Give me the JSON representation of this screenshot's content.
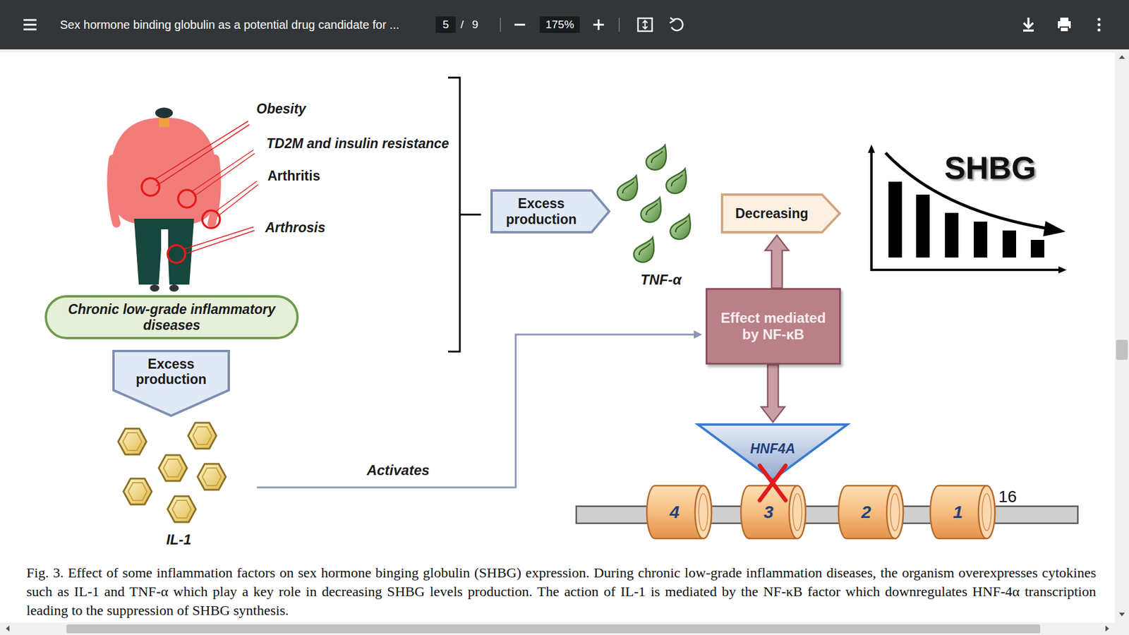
{
  "diagram": {
    "caption": "Fig. 3. Effect of some inflammation factors on sex hormone binging globulin (SHBG) expression. During chronic low-grade inflammation diseases, the organism overexpresses cytokines such as IL-1 and TNF-α which play a key role in decreasing SHBG levels production. The action of IL-1 is mediated by the NF-κB factor which downregulates HNF-4α transcription leading to the suppression of SHBG synthesis.",
    "nodes": [
      {
        "text": [
          "Chronic low-grade inflammatory diseases"
        ]
      },
      {
        "text": [
          "Excess production"
        ]
      },
      {
        "text": [
          "Excess production"
        ]
      },
      {
        "text": [
          "Decreasing"
        ]
      },
      {
        "text": [
          "Effect mediated by NF-κB"
        ]
      },
      {
        "text": [
          "HNF4A"
        ]
      },
      {
        "text": [
          "4"
        ]
      },
      {
        "text": [
          "3"
        ]
      },
      {
        "text": [
          "2"
        ]
      },
      {
        "text": [
          "1"
        ]
      }
    ],
    "edges": [
      {
        "from": 4,
        "to": 3,
        "arrow": "to"
      },
      {
        "from": 4,
        "to": 5,
        "arrow": "to"
      }
    ],
    "labels": [
      "Sex hormone binding globulin as a potential drug candidate for ...",
      "5",
      "/",
      "9",
      "175%",
      "Obesity",
      "TD2M and insulin resistance",
      "Arthritis",
      "Arthrosis",
      "TNF-α",
      "SHBG",
      "IL-1",
      "Activates",
      "16"
    ]
  }
}
